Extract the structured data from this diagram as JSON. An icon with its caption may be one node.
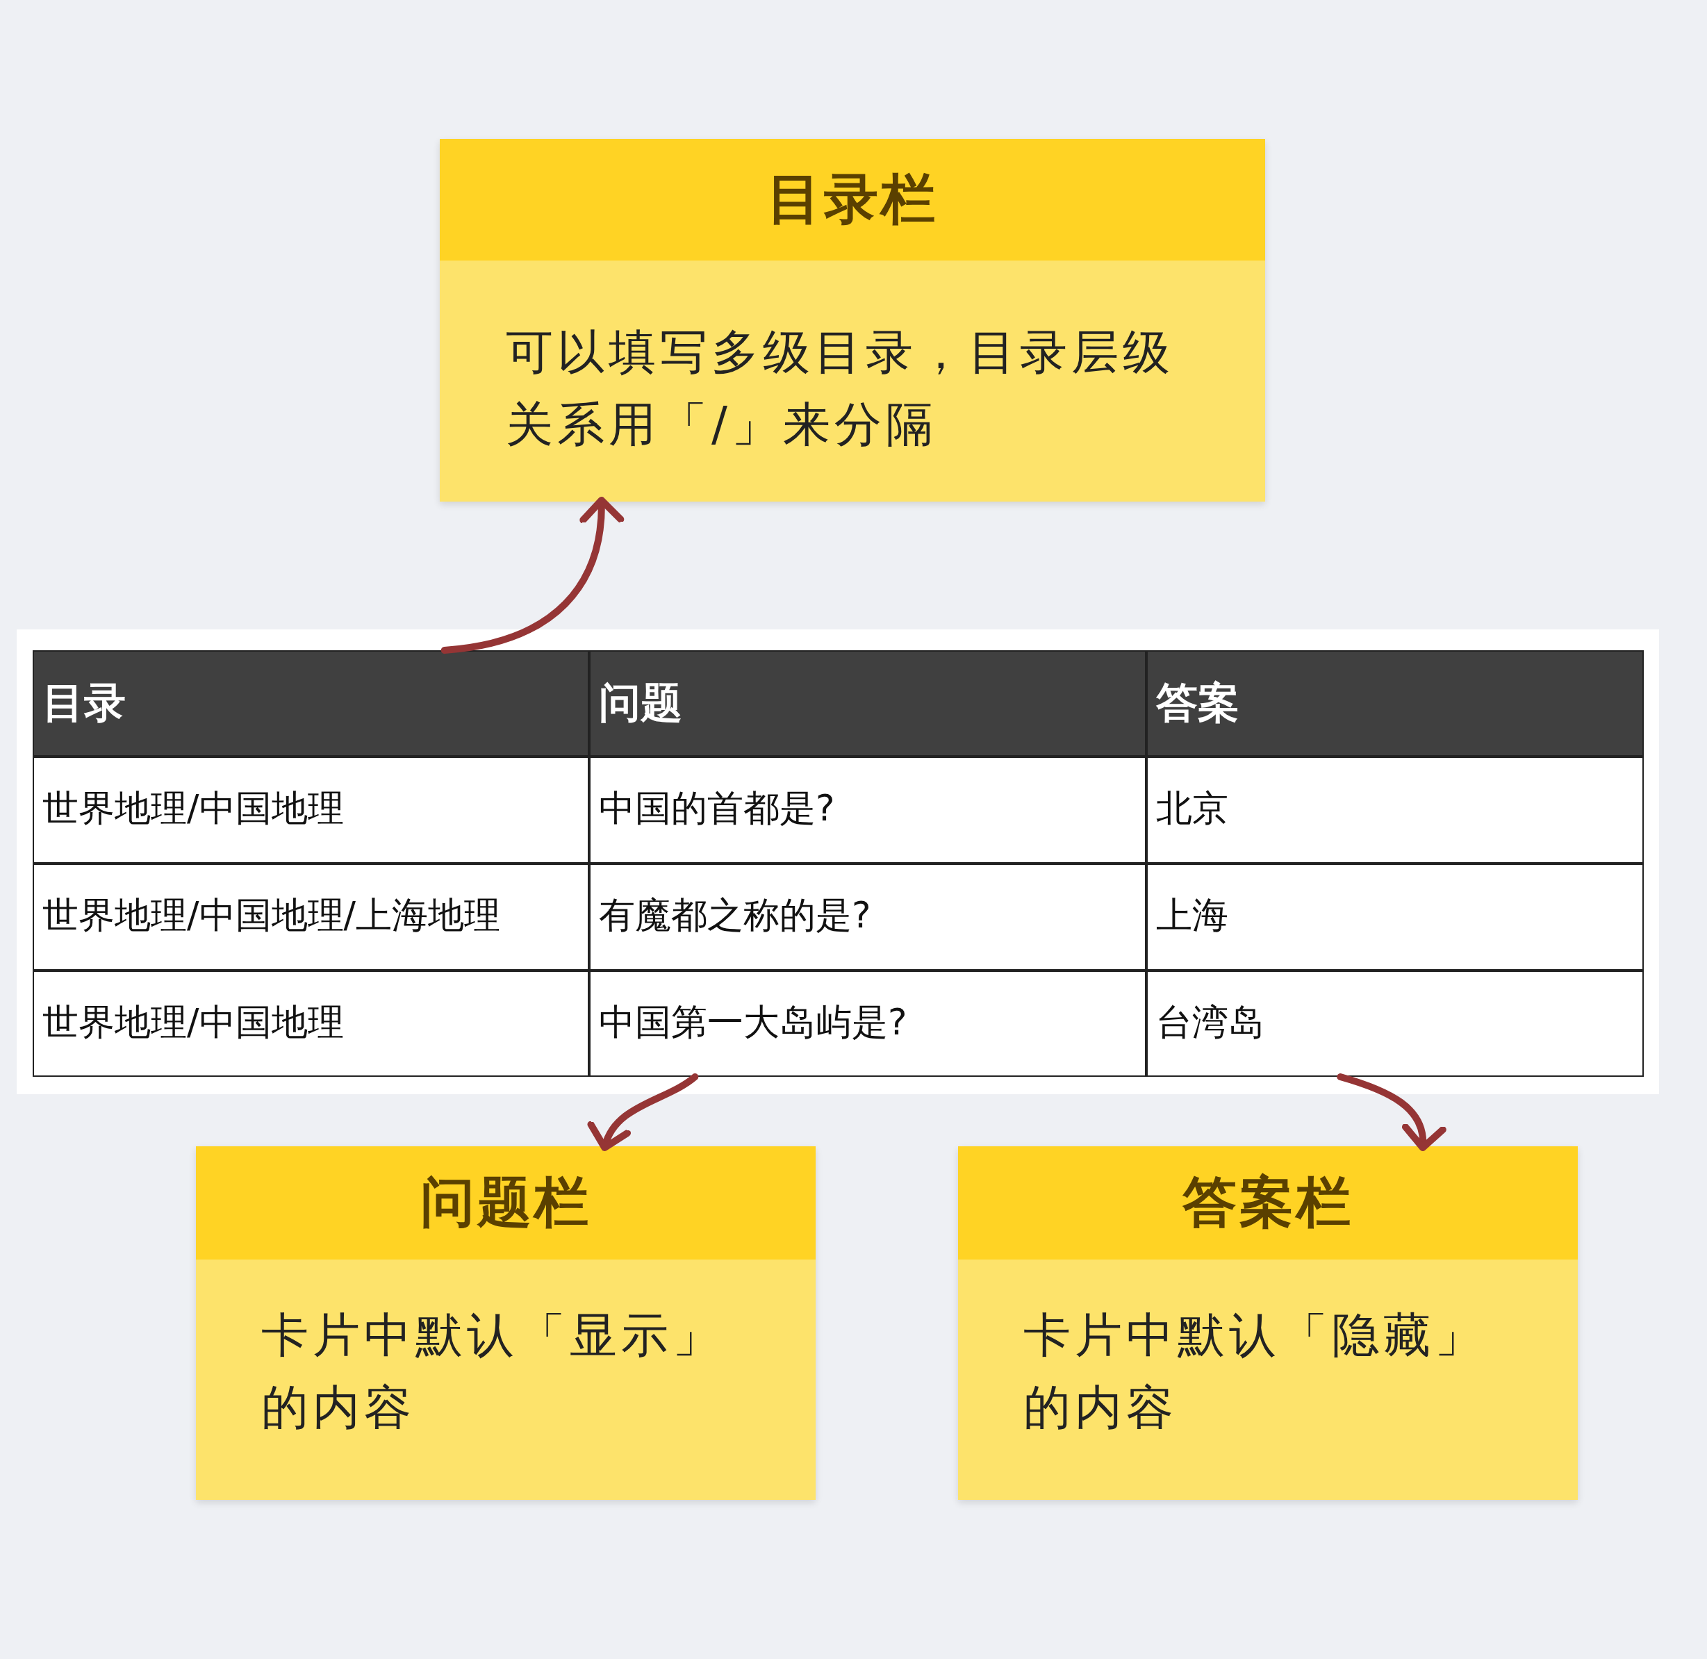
{
  "diagram": {
    "nodes": [
      {
        "text": [
          "目录栏",
          "可以填写多级目录，目录层级关系用「/」来分隔"
        ]
      },
      {
        "text": [
          "目录"
        ]
      },
      {
        "text": [
          "问题"
        ]
      },
      {
        "text": [
          "答案"
        ]
      },
      {
        "text": [
          "世界地理/中国地理"
        ]
      },
      {
        "text": [
          "中国的首都是?"
        ]
      },
      {
        "text": [
          "北京"
        ]
      },
      {
        "text": [
          "世界地理/中国地理/上海地理"
        ]
      },
      {
        "text": [
          "有魔都之称的是?"
        ]
      },
      {
        "text": [
          "上海"
        ]
      },
      {
        "text": [
          "世界地理/中国地理"
        ]
      },
      {
        "text": [
          "中国第一大岛屿是?"
        ]
      },
      {
        "text": [
          "台湾岛"
        ]
      },
      {
        "text": [
          "问题栏",
          "卡片中默认「显示」的内容"
        ]
      },
      {
        "text": [
          "答案栏",
          "卡片中默认「隐藏」的内容"
        ]
      }
    ],
    "edges": [
      {
        "from": 1,
        "to": 0,
        "arrow": "to"
      },
      {
        "from": 11,
        "to": 13,
        "arrow": "to"
      },
      {
        "from": 12,
        "to": 14,
        "arrow": "to"
      }
    ]
  }
}
